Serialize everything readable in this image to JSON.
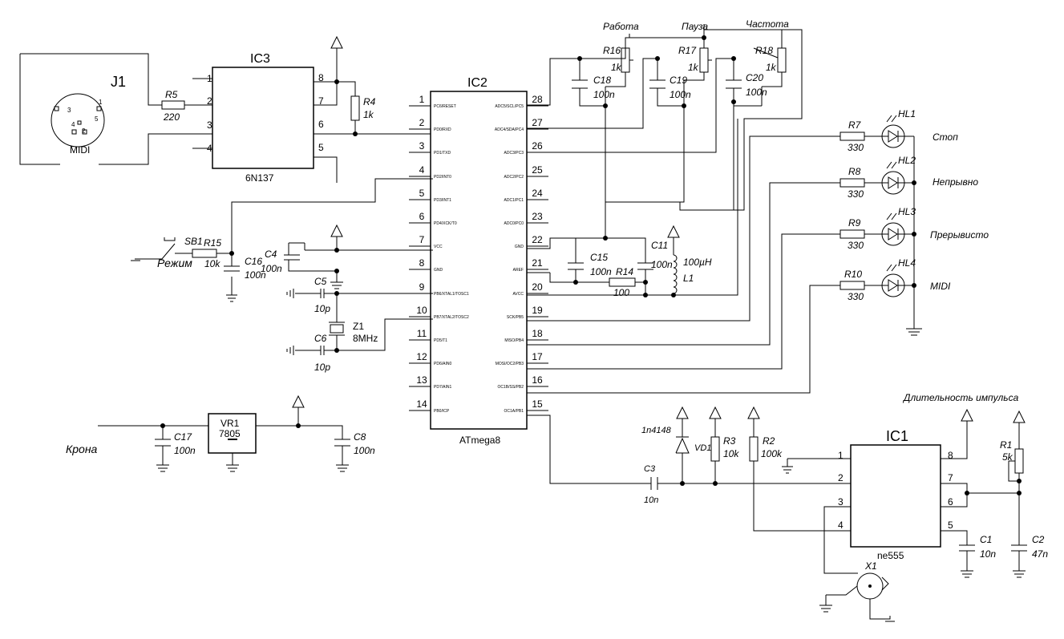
{
  "j1": {
    "ref": "J1",
    "label": "MIDI",
    "pins": [
      "3",
      "1",
      "4",
      "2",
      "5"
    ]
  },
  "ic3": {
    "ref": "IC3",
    "part": "6N137",
    "pins": [
      "1",
      "2",
      "3",
      "4",
      "8",
      "7",
      "6",
      "5"
    ]
  },
  "ic2": {
    "ref": "IC2",
    "part": "ATmega8",
    "left_nums": [
      "1",
      "2",
      "3",
      "4",
      "5",
      "6",
      "7",
      "8",
      "9",
      "10",
      "11",
      "12",
      "13",
      "14"
    ],
    "right_nums": [
      "28",
      "27",
      "26",
      "25",
      "24",
      "23",
      "22",
      "21",
      "20",
      "19",
      "18",
      "17",
      "16",
      "15"
    ],
    "left_names": [
      "PC6/RESET",
      "PD0/RXD",
      "PD1/TXD",
      "PD2/INT0",
      "PD3/INT1",
      "PD4/XCK/T0",
      "VCC",
      "GND",
      "PB6/XTAL1/TOSC1",
      "PB7/XTAL2/TOSC2",
      "PD5/T1",
      "PD6/AIN0",
      "PD7/AIN1",
      "PB0/ICP"
    ],
    "right_names": [
      "ADC5/SCL/PC5",
      "ADC4/SDA/PC4",
      "ADC3/PC3",
      "ADC2/PC2",
      "ADC1/PC1",
      "ADC0/PC0",
      "GND",
      "AREF",
      "AVCC",
      "SCK/PB5",
      "MISO/PB4",
      "MOSI/OC2/PB3",
      "OC1B/SS/PB2",
      "OC1A/PB1"
    ]
  },
  "ic1": {
    "ref": "IC1",
    "part": "ne555",
    "pins": [
      "1",
      "2",
      "3",
      "4",
      "8",
      "7",
      "6",
      "5"
    ]
  },
  "vr1": {
    "ref": "VR1",
    "part": "7805"
  },
  "resistors": {
    "r5": {
      "ref": "R5",
      "val": "220"
    },
    "r4": {
      "ref": "R4",
      "val": "1k"
    },
    "r16": {
      "ref": "R16",
      "val": "1k"
    },
    "r17": {
      "ref": "R17",
      "val": "1k"
    },
    "r18": {
      "ref": "R18",
      "val": "1k"
    },
    "r15": {
      "ref": "R15",
      "val": "10k"
    },
    "r14": {
      "ref": "R14",
      "val": "100"
    },
    "r7": {
      "ref": "R7",
      "val": "330"
    },
    "r8": {
      "ref": "R8",
      "val": "330"
    },
    "r9": {
      "ref": "R9",
      "val": "330"
    },
    "r10": {
      "ref": "R10",
      "val": "330"
    },
    "r3": {
      "ref": "R3",
      "val": "10k"
    },
    "r2": {
      "ref": "R2",
      "val": "100k"
    },
    "r1": {
      "ref": "R1",
      "val": "5k"
    }
  },
  "capacitors": {
    "c18": {
      "ref": "C18",
      "val": "100n"
    },
    "c19": {
      "ref": "C19",
      "val": "100n"
    },
    "c20": {
      "ref": "C20",
      "val": "100n"
    },
    "c16": {
      "ref": "C16",
      "val": "100n"
    },
    "c4": {
      "ref": "C4",
      "val": "100n"
    },
    "c5": {
      "ref": "C5",
      "val": "10p"
    },
    "c6": {
      "ref": "C6",
      "val": "10p"
    },
    "c15": {
      "ref": "C15",
      "val": "100n"
    },
    "c11": {
      "ref": "C11",
      "val": "100n"
    },
    "c17": {
      "ref": "C17",
      "val": "100n"
    },
    "c8": {
      "ref": "C8",
      "val": "100n"
    },
    "c3": {
      "ref": "C3",
      "val": "10n"
    },
    "c1": {
      "ref": "C1",
      "val": "10n"
    },
    "c2": {
      "ref": "C2",
      "val": "47n"
    }
  },
  "leds": {
    "hl1": "HL1",
    "hl2": "HL2",
    "hl3": "HL3",
    "hl4": "HL4"
  },
  "misc": {
    "z1_ref": "Z1",
    "z1_val": "8MHz",
    "l1_ref": "L1",
    "l1_val": "100µH",
    "sb1": "SB1",
    "vd1": "VD1",
    "vd1_part": "1n4148",
    "x1": "X1"
  },
  "labels": {
    "rabota": "Работа",
    "pauza": "Пауза",
    "chastota": "Частота",
    "stop": "Стоп",
    "nepr": "Непрывно",
    "prer": "Прерывисто",
    "midi": "MIDI",
    "rezhim": "Режим",
    "krona": "Крона",
    "dlit": "Длительность импульса"
  }
}
